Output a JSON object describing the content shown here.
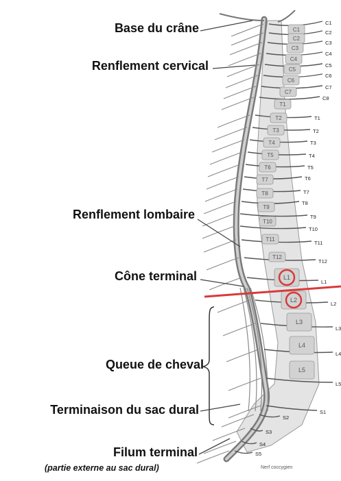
{
  "labels": {
    "base": "Base du crâne",
    "cervical": "Renflement cervical",
    "lombaire": "Renflement lombaire",
    "cone": "Cône terminal",
    "queue": "Queue de cheval",
    "terminaison": "Terminaison du sac dural",
    "filum": "Filum terminal",
    "filum_sub": "(partie externe au sac dural)"
  },
  "nerves": {
    "cervical": [
      "C1",
      "C2",
      "C3",
      "C4",
      "C5",
      "C6",
      "C7",
      "C8"
    ],
    "thoracic": [
      "T1",
      "T2",
      "T3",
      "T4",
      "T5",
      "T6",
      "T7",
      "T8",
      "T9",
      "T10",
      "T11",
      "T12"
    ],
    "lumbar": [
      "L1",
      "L2",
      "L3",
      "L4",
      "L5"
    ],
    "sacral": [
      "S1",
      "S2",
      "S3",
      "S4",
      "S5"
    ],
    "coccygeal": "Nerf coccygien"
  },
  "vertebrae": {
    "cervical": [
      "C1",
      "C2",
      "C3",
      "C4",
      "C5",
      "C6",
      "C7"
    ],
    "thoracic": [
      "T1",
      "T2",
      "T3",
      "T4",
      "T5",
      "T6",
      "T7",
      "T8",
      "T9",
      "T10",
      "T11",
      "T12"
    ],
    "lumbar": [
      "L1",
      "L2",
      "L3",
      "L4",
      "L5"
    ]
  },
  "highlight": {
    "color": "#d83a3a",
    "circled": [
      "L1",
      "L2"
    ]
  }
}
